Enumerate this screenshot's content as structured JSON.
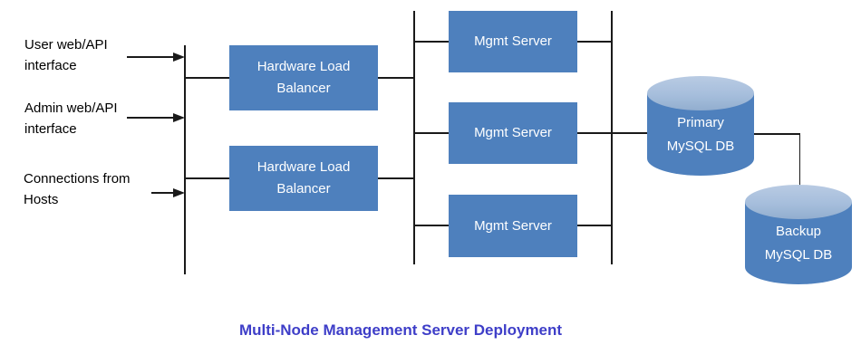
{
  "diagram_title": "Multi-Node Management Server Deployment",
  "external_inputs": [
    {
      "id": "user",
      "lines": [
        "User web/API",
        "interface"
      ]
    },
    {
      "id": "admin",
      "lines": [
        "Admin web/API",
        "interface"
      ]
    },
    {
      "id": "hosts",
      "lines": [
        "Connections from",
        "Hosts"
      ]
    }
  ],
  "load_balancers": [
    {
      "label": "Hardware Load Balancer"
    },
    {
      "label": "Hardware Load Balancer"
    }
  ],
  "mgmt_servers": [
    {
      "label": "Mgmt Server"
    },
    {
      "label": "Mgmt Server"
    },
    {
      "label": "Mgmt Server"
    }
  ],
  "databases": [
    {
      "label_line1": "Primary",
      "label_line2": "MySQL DB"
    },
    {
      "label_line1": "Backup",
      "label_line2": "MySQL DB"
    }
  ],
  "colors": {
    "node_fill": "#4e80bd",
    "node_text": "#ffffff",
    "cylinder_top": "#a6bedc",
    "connector_line": "#1a1a1a",
    "title_text": "#3e3ec8"
  }
}
